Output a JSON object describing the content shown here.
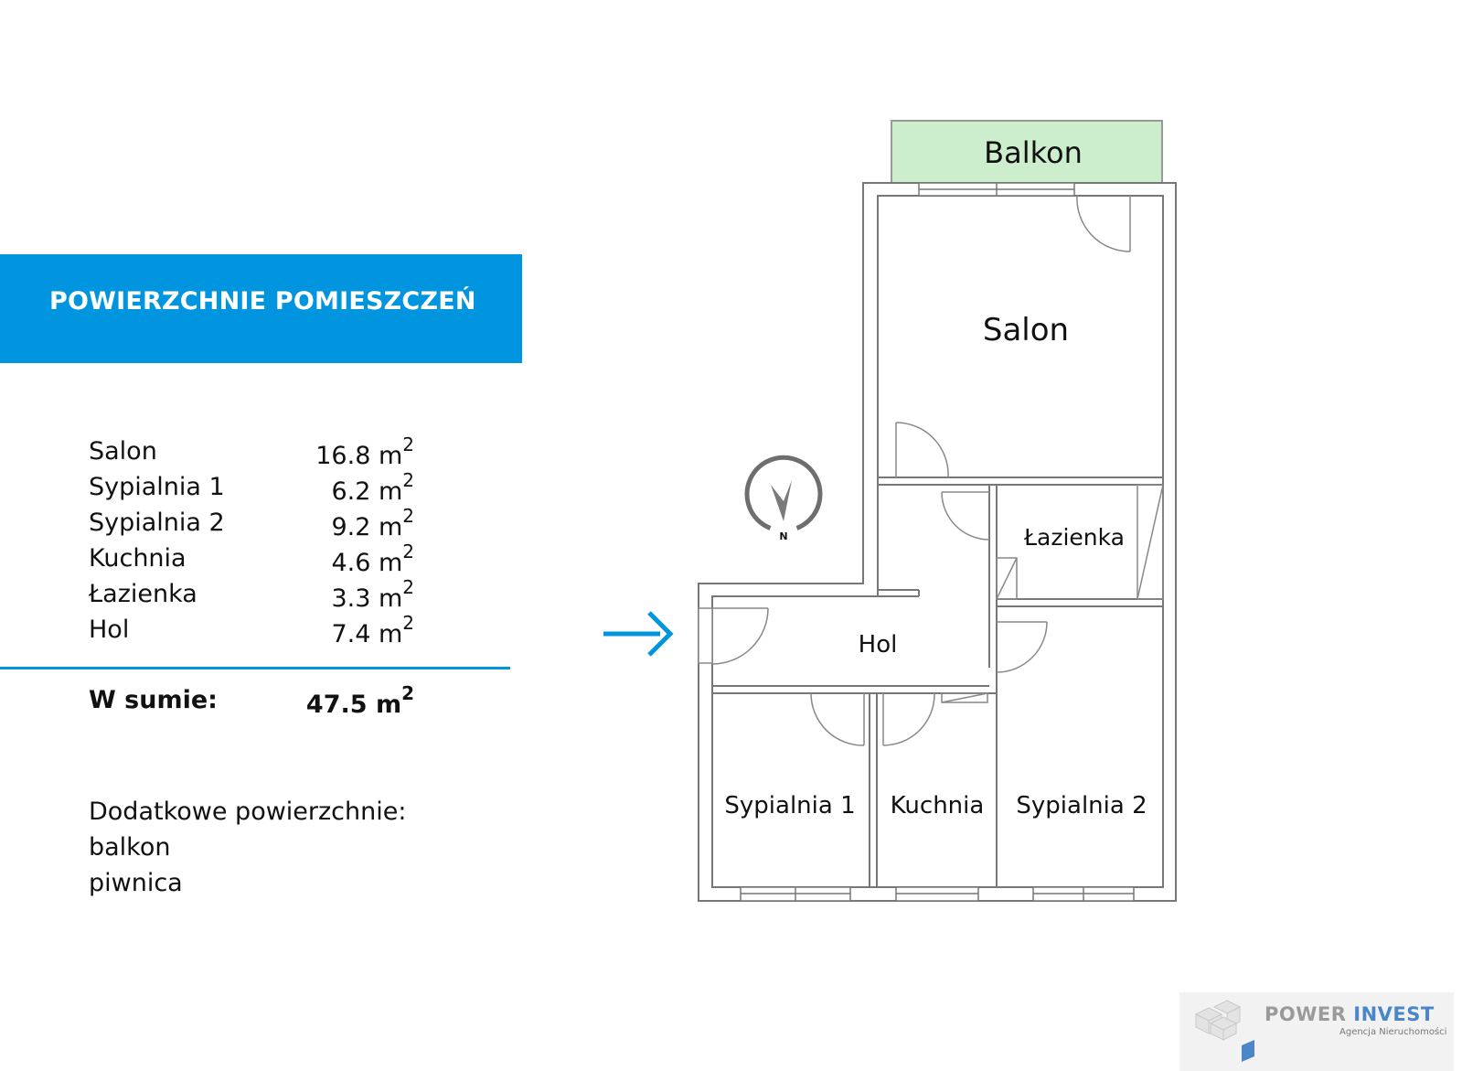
{
  "header": {
    "title": "POWIERZCHNIE POMIESZCZEŃ"
  },
  "areas": [
    {
      "name": "Salon",
      "value": "16.8 m",
      "unit_exp": "2"
    },
    {
      "name": "Sypialnia 1",
      "value": "6.2 m",
      "unit_exp": "2"
    },
    {
      "name": "Sypialnia 2",
      "value": "9.2 m",
      "unit_exp": "2"
    },
    {
      "name": "Kuchnia",
      "value": "4.6 m",
      "unit_exp": "2"
    },
    {
      "name": "Łazienka",
      "value": "3.3 m",
      "unit_exp": "2"
    },
    {
      "name": "Hol",
      "value": "7.4 m",
      "unit_exp": "2"
    }
  ],
  "total": {
    "label": "W sumie:",
    "value": "47.5 m",
    "unit_exp": "2"
  },
  "extra": {
    "title": "Dodatkowe powierzchnie:",
    "items": [
      "balkon",
      "piwnica"
    ]
  },
  "plan": {
    "rooms": {
      "balkon": "Balkon",
      "salon": "Salon",
      "lazienka": "Łazienka",
      "hol": "Hol",
      "sypialnia1": "Sypialnia 1",
      "kuchnia": "Kuchnia",
      "sypialnia2": "Sypialnia 2"
    },
    "compass_label": "N"
  },
  "logo": {
    "brand_a": "POWER",
    "brand_b": "INVEST",
    "subtitle": "Agencja Nieruchomości"
  },
  "colors": {
    "accent": "#0095de",
    "balcony": "#cdeecc",
    "wall": "#777777"
  }
}
